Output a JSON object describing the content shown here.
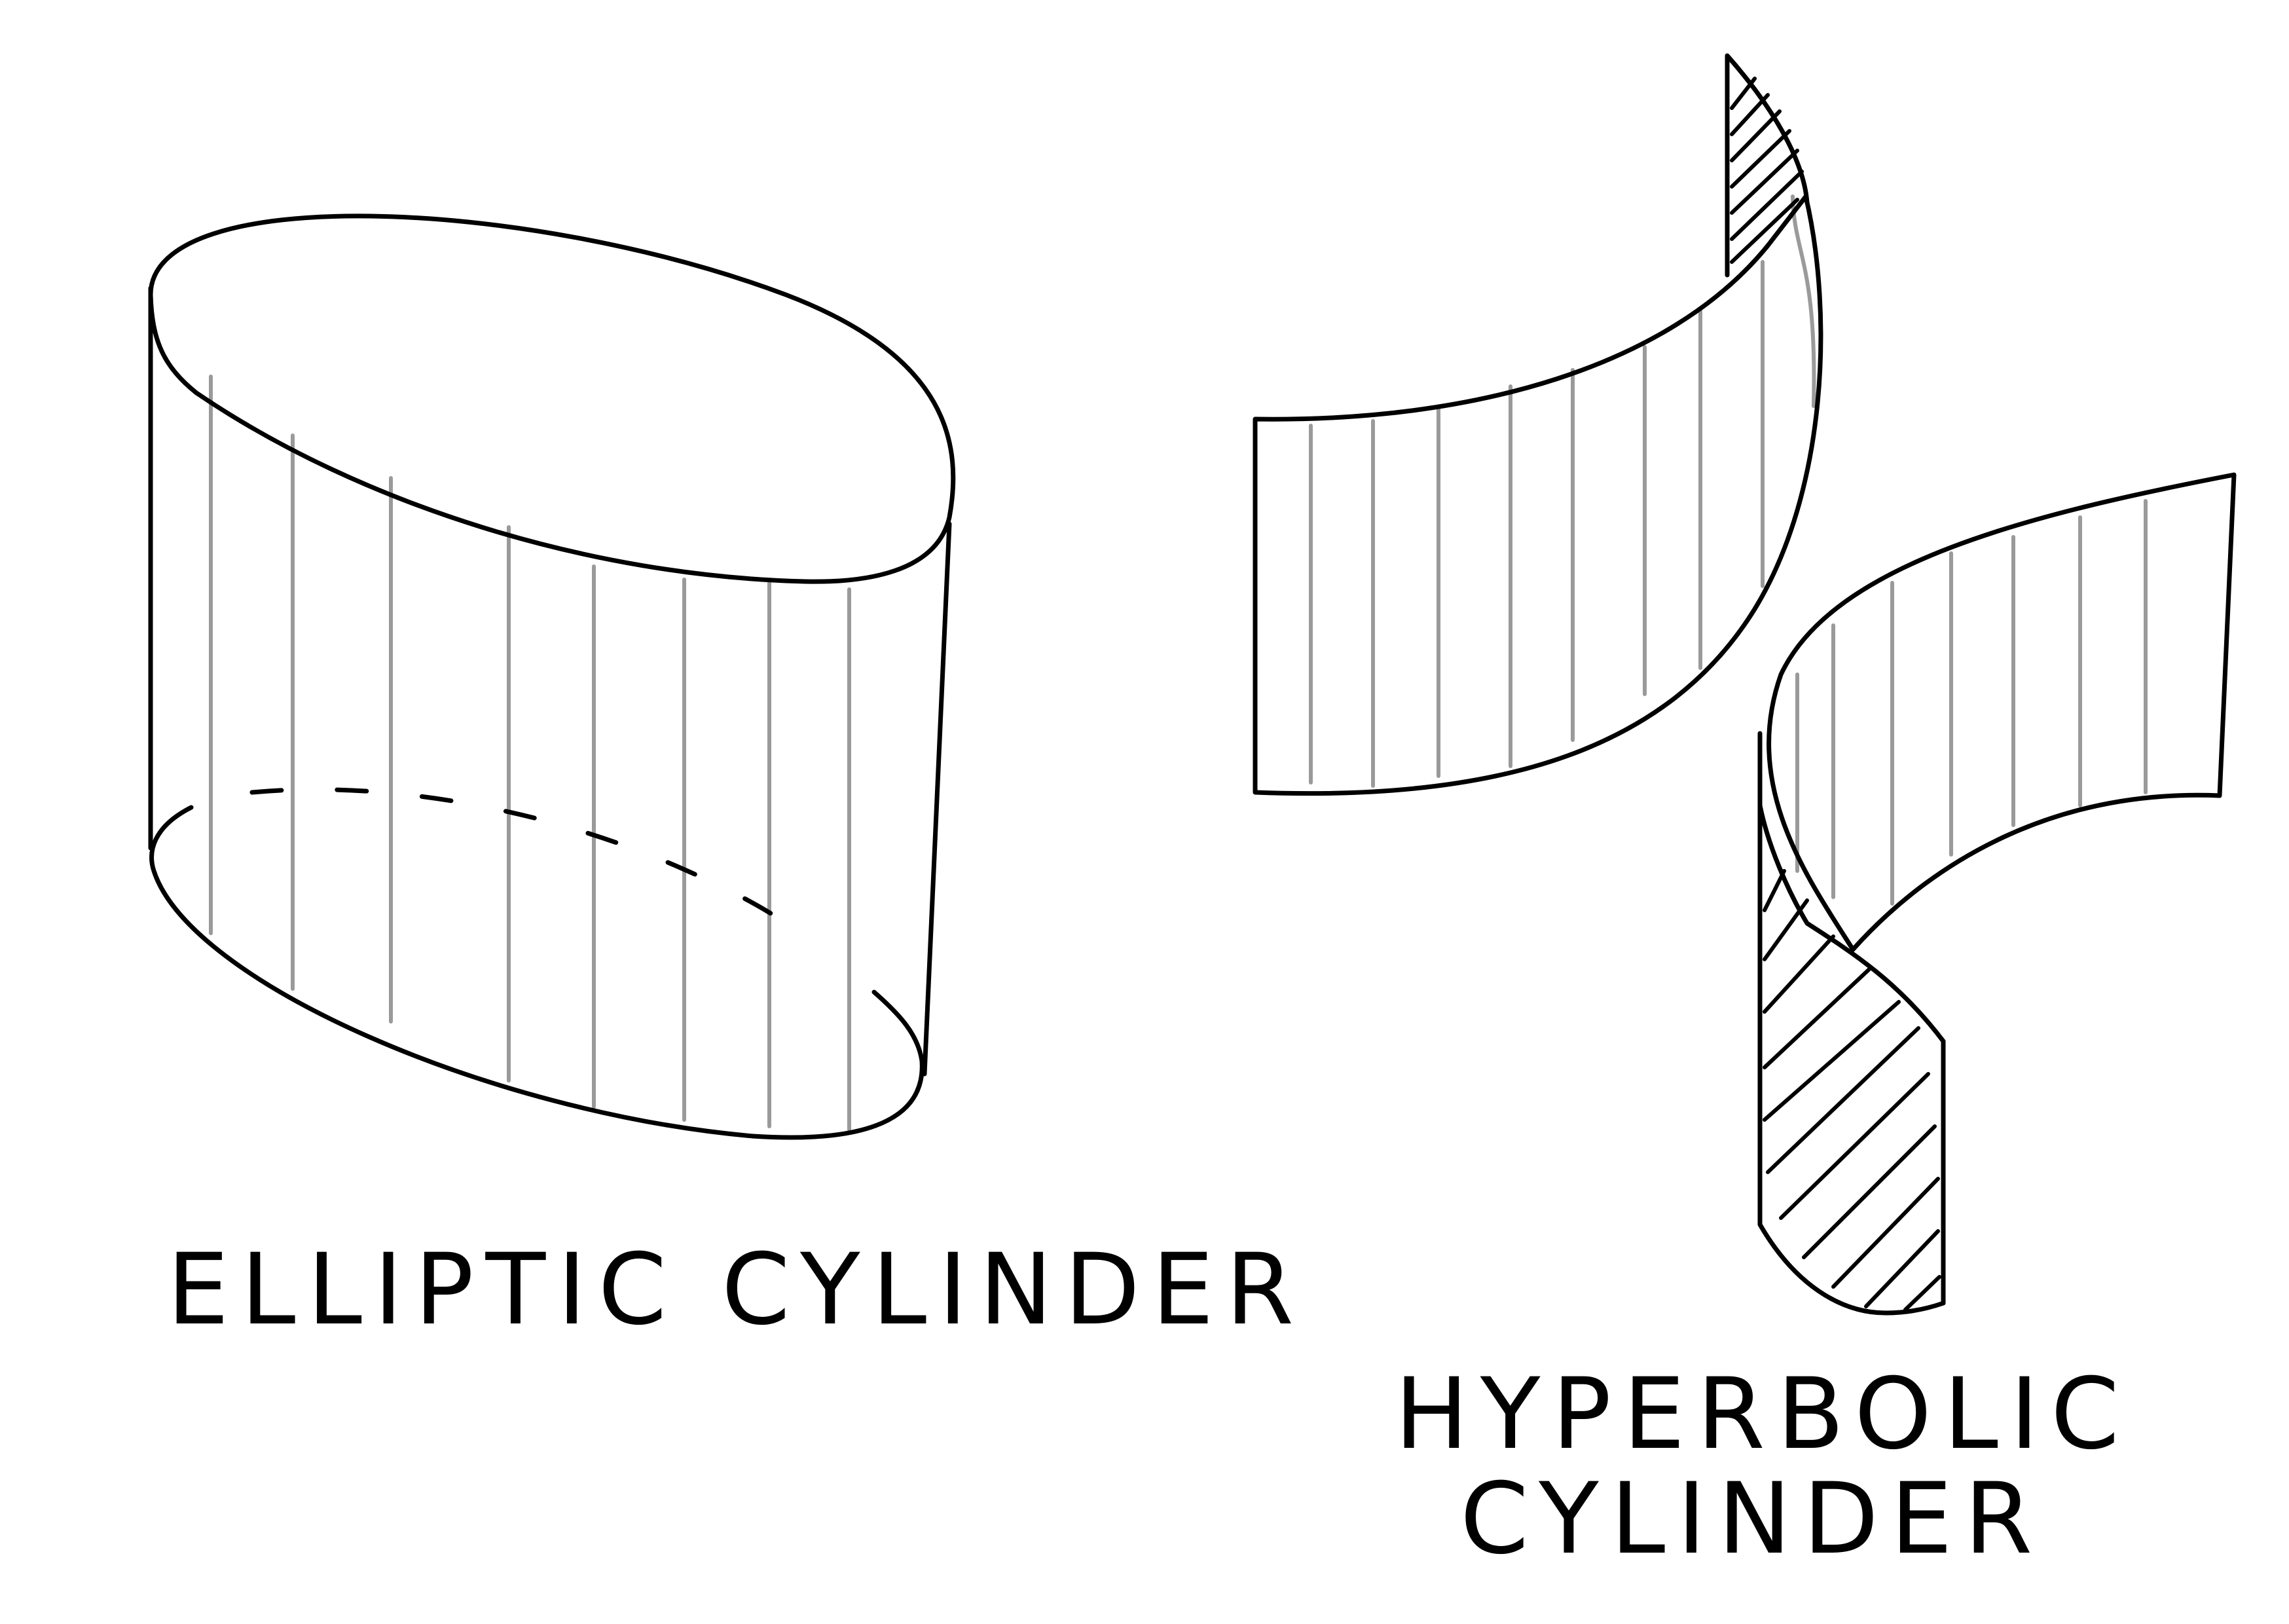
{
  "labels": {
    "elliptic": "ELLIPTIC CYLINDER",
    "hyperbolic_line1": "HYPERBOLIC",
    "hyperbolic_line2": "CYLINDER"
  },
  "colors": {
    "outline": "#000000",
    "rulings": "#9a9a9a",
    "background": "#ffffff"
  }
}
